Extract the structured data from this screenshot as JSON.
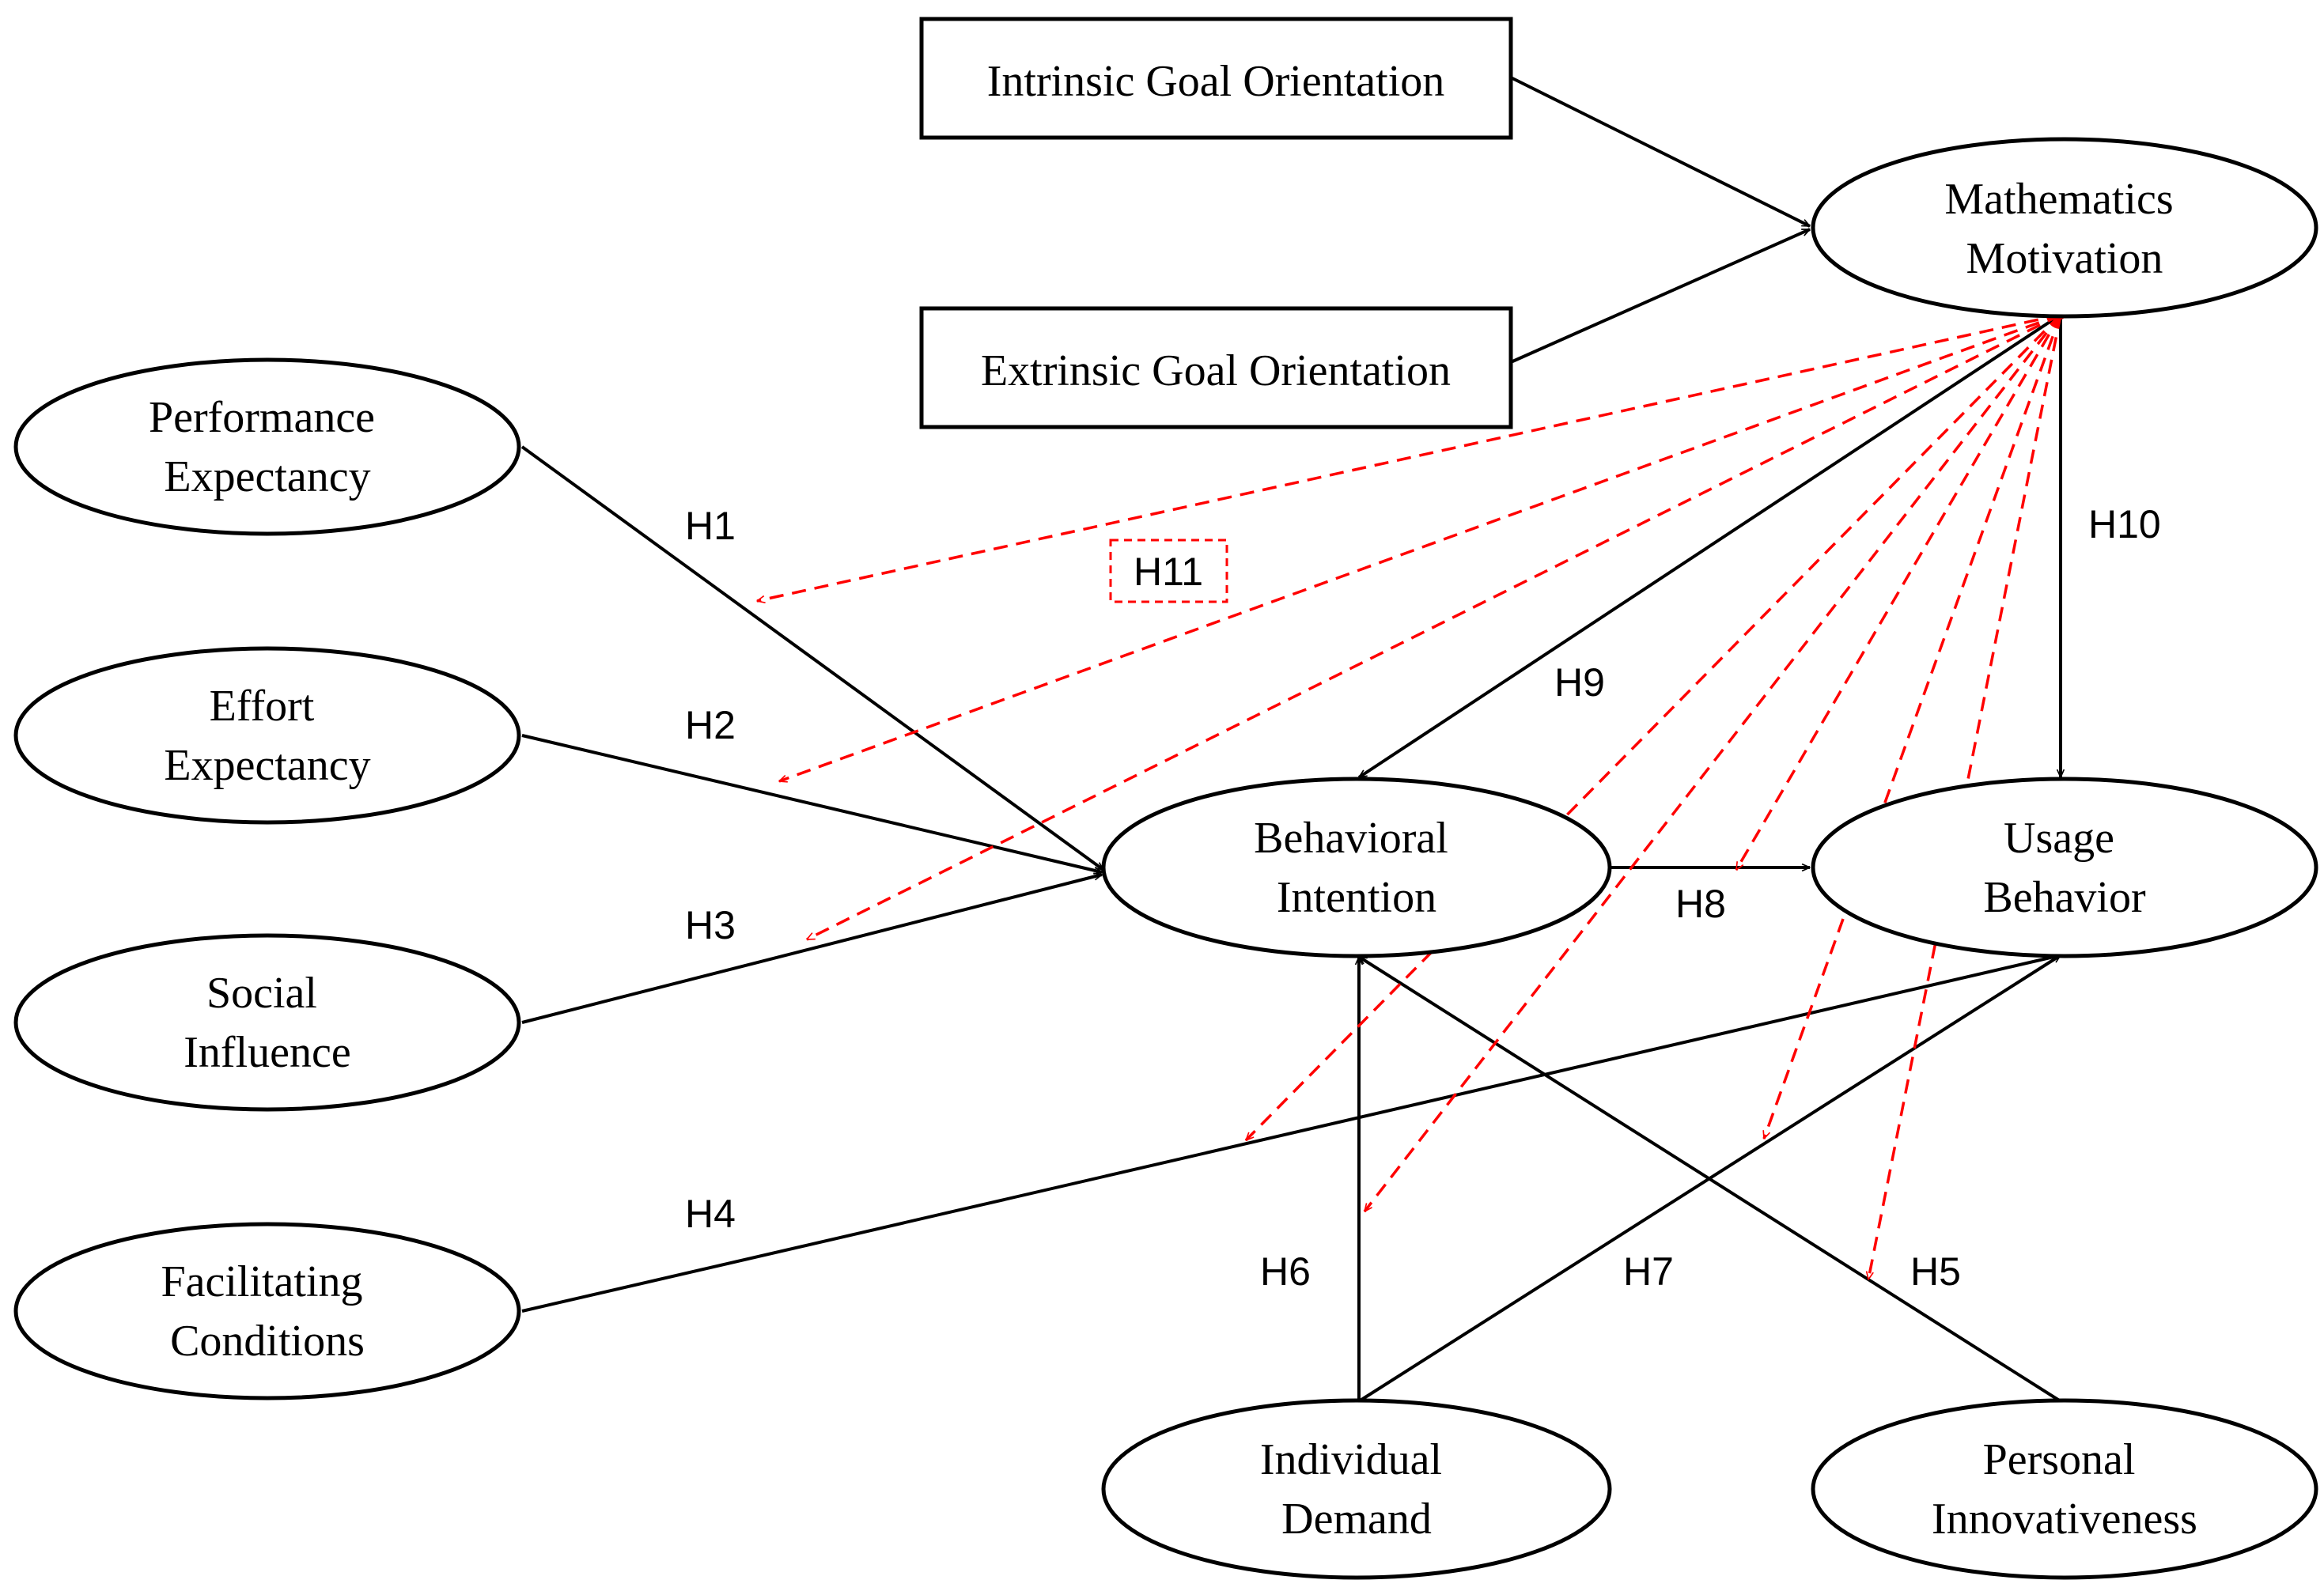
{
  "nodes": {
    "intrinsic_goal_orientation": "Intrinsic Goal Orientation",
    "extrinsic_goal_orientation": "Extrinsic Goal Orientation",
    "mathematics_motivation": [
      "Mathematics",
      "Motivation"
    ],
    "performance_expectancy": [
      "Performance",
      "Expectancy"
    ],
    "effort_expectancy": [
      "Effort",
      "Expectancy"
    ],
    "social_influence": [
      "Social",
      "Influence"
    ],
    "facilitating_conditions": [
      "Facilitating",
      "Conditions"
    ],
    "behavioral_intention": [
      "Behavioral",
      "Intention"
    ],
    "usage_behavior": [
      "Usage",
      "Behavior"
    ],
    "individual_demand": [
      "Individual",
      "Demand"
    ],
    "personal_innovativeness": [
      "Personal",
      "Innovativeness"
    ]
  },
  "hypotheses": {
    "h1": "H1",
    "h2": "H2",
    "h3": "H3",
    "h4": "H4",
    "h5": "H5",
    "h6": "H6",
    "h7": "H7",
    "h8": "H8",
    "h9": "H9",
    "h10": "H10",
    "h11": "H11"
  },
  "colors": {
    "line": "#000000",
    "moderation": "#ff0000",
    "background": "#ffffff"
  }
}
